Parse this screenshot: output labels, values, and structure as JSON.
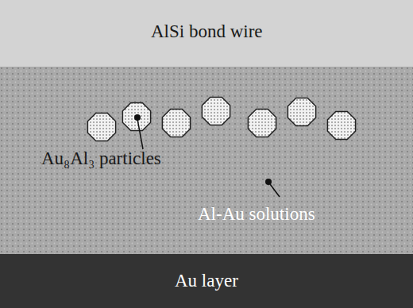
{
  "diagram": {
    "nodes": [
      {
        "text": [
          "AlSi bond wire"
        ]
      },
      {
        "text": [
          "Al-Au solutions"
        ]
      },
      {
        "text": [
          "Au layer"
        ]
      }
    ],
    "labels": [
      "Au₈Al₃ particles"
    ]
  }
}
